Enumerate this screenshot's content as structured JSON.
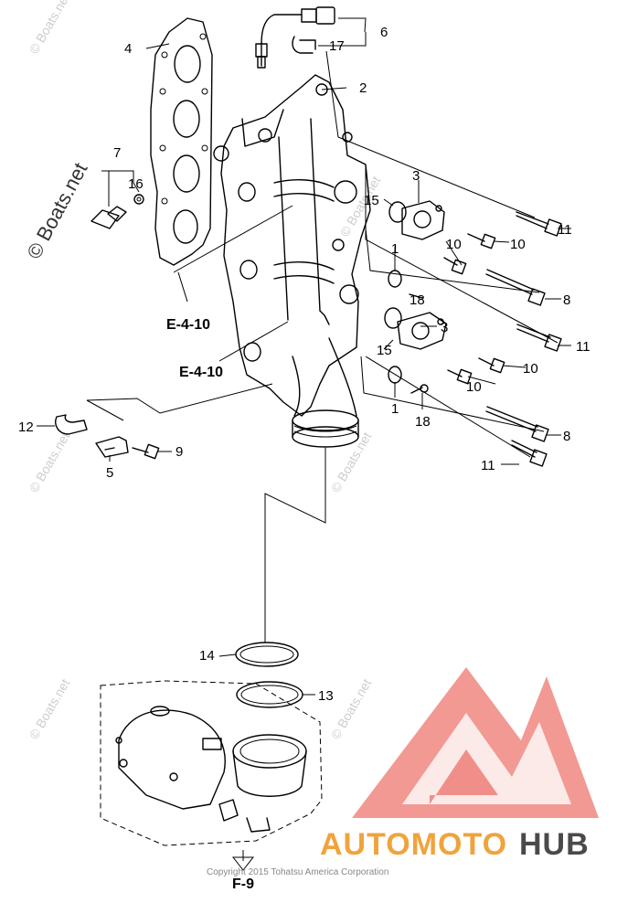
{
  "labels": {
    "p1a": "1",
    "p1b": "1",
    "p2": "2",
    "p3a": "3",
    "p3b": "3",
    "p4": "4",
    "p5": "5",
    "p6": "6",
    "p7": "7",
    "p8a": "8",
    "p8b": "8",
    "p9": "9",
    "p10a": "10",
    "p10b": "10",
    "p10c": "10",
    "p10d": "10",
    "p11a": "11",
    "p11b": "11",
    "p11c": "11",
    "p12": "12",
    "p13": "13",
    "p14": "14",
    "p15a": "15",
    "p15b": "15",
    "p16": "16",
    "p17": "17",
    "p18a": "18",
    "p18b": "18"
  },
  "refs": {
    "e4_10_top": "E-4-10",
    "e4_10_bottom": "E-4-10",
    "f9": "F-9"
  },
  "copyright": "Copyright 2015 Tohatsu America Corporation",
  "watermark": {
    "main": "© Boats.net",
    "faint": "© Boats.net"
  },
  "brand": {
    "part1": "AUTOMOTO",
    "part2": "HUB",
    "accent_color": "#e8453c",
    "text_color_1": "#f0a33c",
    "text_color_2": "#4a4a4a"
  }
}
